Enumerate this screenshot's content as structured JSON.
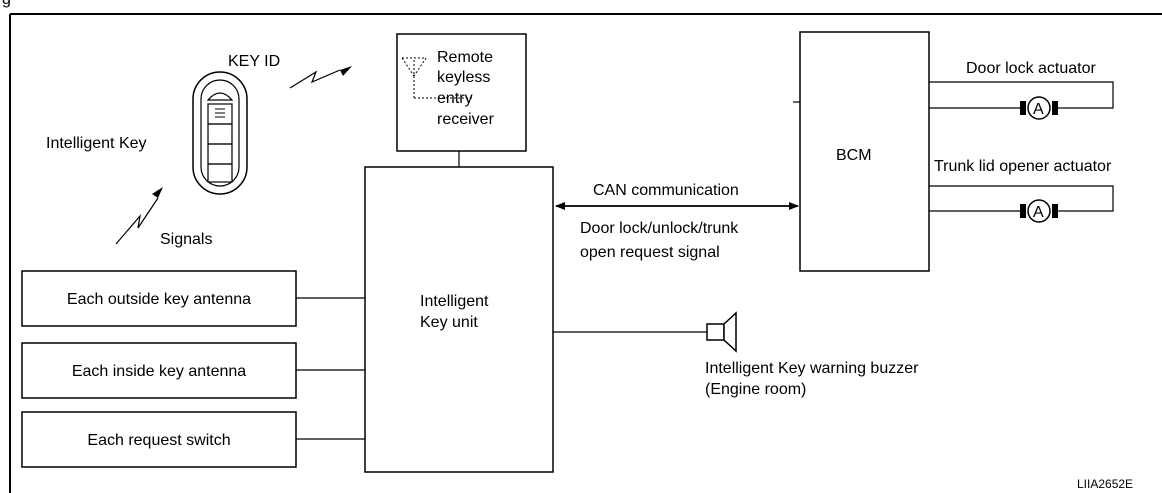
{
  "header": {
    "partial_title": "g"
  },
  "key_fob": {
    "key_id_label": "KEY ID",
    "intelligent_key_label": "Intelligent Key",
    "signals_label": "Signals"
  },
  "receiver": {
    "line1": "Remote",
    "line2": "keyless",
    "line3": "entry",
    "line4": "receiver"
  },
  "key_unit": {
    "line1": "Intelligent",
    "line2": "Key unit"
  },
  "bcm": {
    "label": "BCM"
  },
  "can": {
    "label": "CAN communication",
    "request_line1": "Door lock/unlock/trunk",
    "request_line2": "open request signal"
  },
  "actuators": {
    "door_lock": "Door lock actuator",
    "trunk_lid": "Trunk lid opener actuator",
    "motor_symbol": "A"
  },
  "inputs": {
    "outside_antenna": "Each outside key antenna",
    "inside_antenna": "Each inside key antenna",
    "request_switch": "Each request switch"
  },
  "buzzer": {
    "line1": "Intelligent Key warning buzzer",
    "line2": "(Engine room)"
  },
  "figure_id": "LIIA2652E"
}
